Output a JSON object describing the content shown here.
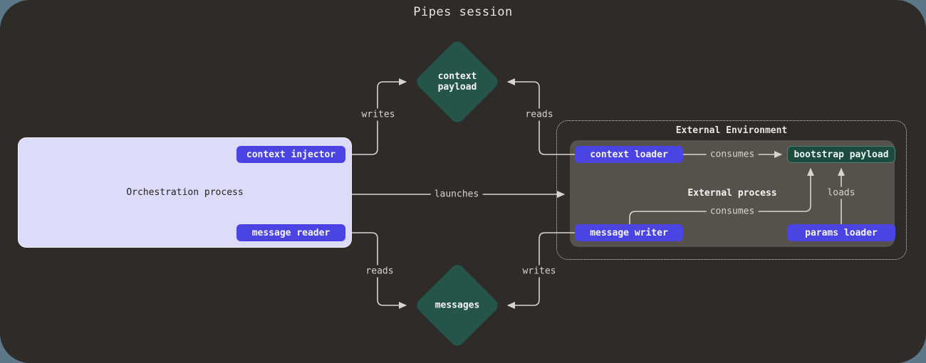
{
  "title": "Pipes session",
  "nodes": {
    "context_payload": "context payload",
    "messages": "messages"
  },
  "orchestration": {
    "label": "Orchestration process",
    "context_injector": "context injector",
    "message_reader": "message reader"
  },
  "external_environment": {
    "label": "External Environment",
    "process": {
      "label": "External process",
      "context_loader": "context loader",
      "bootstrap_payload": "bootstrap payload",
      "message_writer": "message writer",
      "params_loader": "params loader"
    }
  },
  "edges": {
    "writes_top": "writes",
    "reads_top": "reads",
    "launches": "launches",
    "consumes_loader": "consumes",
    "consumes_writer": "consumes",
    "loads": "loads",
    "reads_bottom": "reads",
    "writes_bottom": "writes"
  },
  "colors": {
    "canvas_background": "#2e2b28",
    "page_background": "#5c7888",
    "diamond_teal": "#24544a",
    "node_purple": "#4a44e2",
    "bootstrap_teal": "#1d4b40",
    "process_gray": "#56524b",
    "orchestration_lavender": "#dcdcfa",
    "wire_gray": "#d6d3d1"
  }
}
